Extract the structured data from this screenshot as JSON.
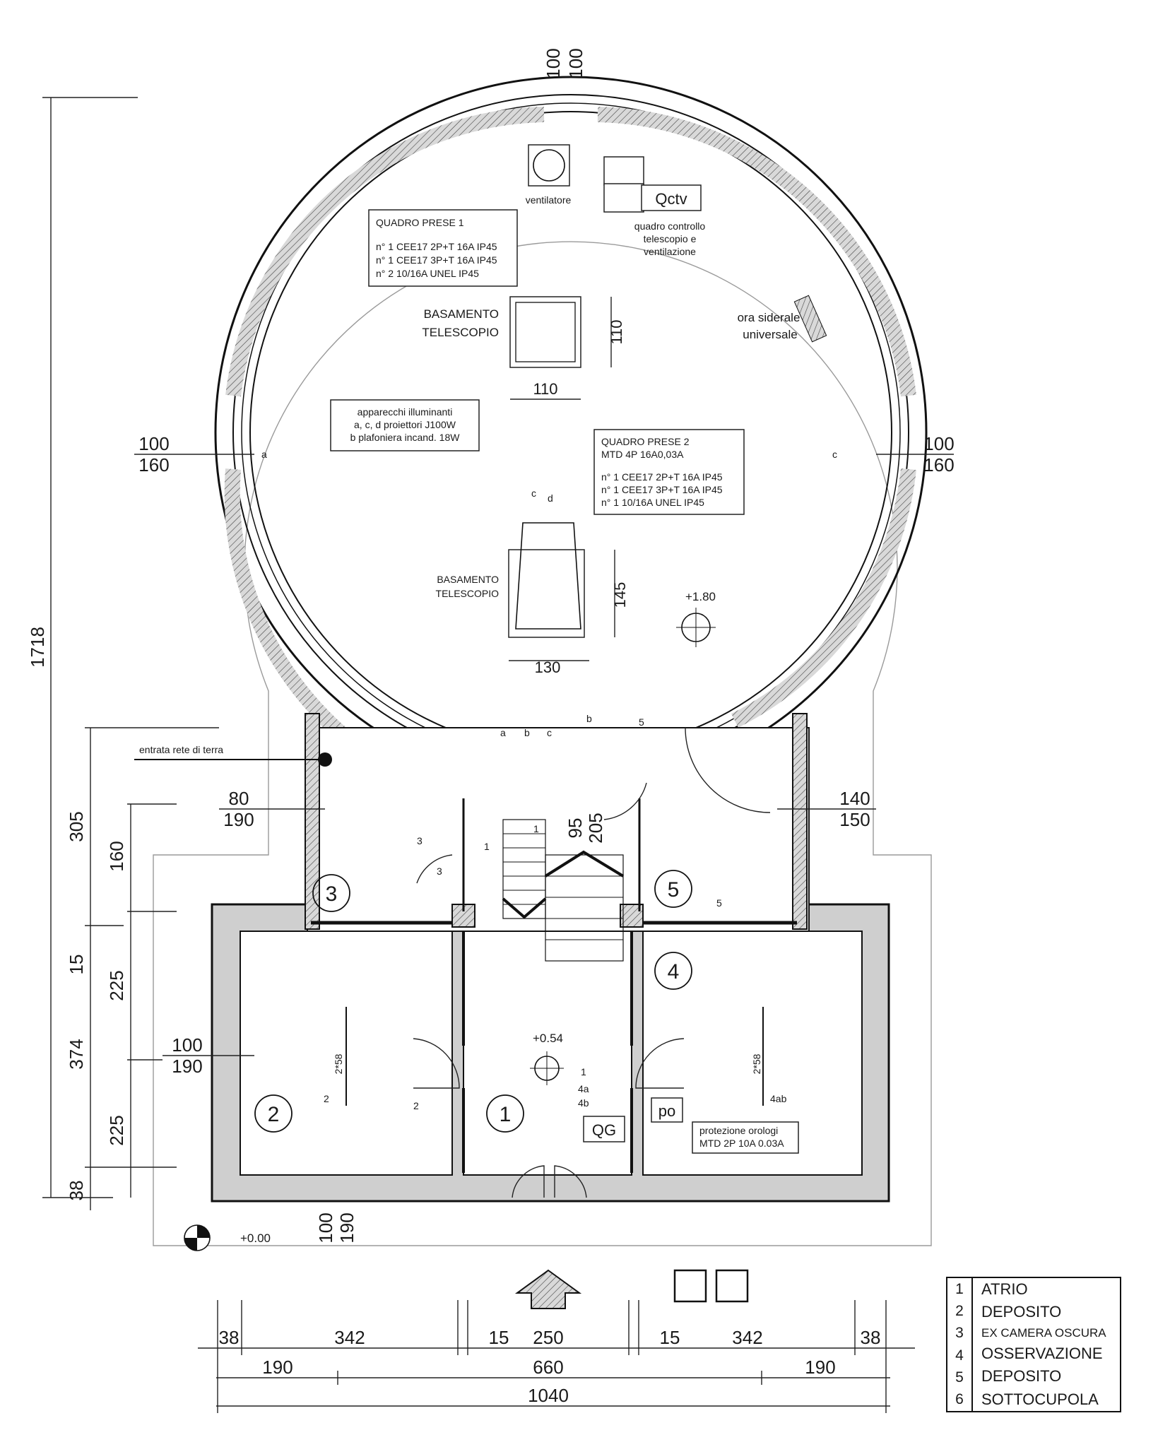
{
  "overall_dims": {
    "height": "1718",
    "width": "1040"
  },
  "left_dims": [
    "305",
    "160",
    "15",
    "225",
    "374",
    "225",
    "38"
  ],
  "bottom_dims_row1": [
    "38",
    "342",
    "15",
    "250",
    "15",
    "342",
    "38"
  ],
  "bottom_dims_row2": [
    "190",
    "660",
    "190"
  ],
  "opening_dims": {
    "top": [
      "100",
      "100"
    ],
    "left_circle": [
      "100",
      "160"
    ],
    "right_circle": [
      "100",
      "160"
    ],
    "room3": [
      "80",
      "190"
    ],
    "room5": [
      "140",
      "150"
    ],
    "room2": [
      "100",
      "190"
    ],
    "entrance_stair": [
      "95",
      "205"
    ],
    "bottom_window": [
      "100",
      "190"
    ]
  },
  "telescope_base_1": {
    "label_line1": "BASAMENTO",
    "label_line2": "TELESCOPIO",
    "w": "110",
    "h": "110"
  },
  "telescope_base_2": {
    "label_line1": "BASAMENTO",
    "label_line2": "TELESCOPIO",
    "w": "130",
    "h": "145"
  },
  "quadro_prese_1": {
    "title": "QUADRO PRESE 1",
    "lines": [
      "n° 1 CEE17 2P+T 16A IP45",
      "n° 1 CEE17 3P+T 16A IP45",
      "n° 2 10/16A UNEL IP45"
    ]
  },
  "quadro_prese_2": {
    "title": "QUADRO PRESE 2",
    "subtitle": "MTD  4P 16A0,03A",
    "lines": [
      "n° 1 CEE17 2P+T 16A IP45",
      "n° 1 CEE17 3P+T 16A IP45",
      "n° 1 10/16A UNEL IP45"
    ]
  },
  "lighting_note": [
    "apparecchi illuminanti",
    "a, c, d proiettori J100W",
    "b plafoniera incand. 18W"
  ],
  "ventilatore": "ventilatore",
  "qctv": {
    "code": "Qctv",
    "desc": [
      "quadro controllo",
      "telescopio e",
      "ventilazione"
    ]
  },
  "sidereal": [
    "ora siderale",
    "universale"
  ],
  "ground_entry": "entrata rete di terra",
  "levels": {
    "dome": "+1.80",
    "atrium": "+0.54",
    "ground": "+0.00"
  },
  "panels": {
    "qg": "QG",
    "po": "po"
  },
  "protezione": [
    "protezione orologi",
    "MTD 2P 10A 0.03A"
  ],
  "room_numbers": [
    "1",
    "2",
    "3",
    "4",
    "5"
  ],
  "fixture_labels": {
    "a": "a",
    "b": "b",
    "c": "c",
    "d": "d",
    "one": "1",
    "two": "2",
    "three": "3",
    "five": "5",
    "four_a": "4a",
    "four_b": "4b",
    "four_ab": "4ab",
    "lamp258": "2*58"
  },
  "legend": [
    {
      "num": "1",
      "name": "ATRIO"
    },
    {
      "num": "2",
      "name": "DEPOSITO"
    },
    {
      "num": "3",
      "name": "EX CAMERA OSCURA"
    },
    {
      "num": "4",
      "name": "OSSERVAZIONE"
    },
    {
      "num": "5",
      "name": "DEPOSITO"
    },
    {
      "num": "6",
      "name": "SOTTOCUPOLA"
    }
  ]
}
